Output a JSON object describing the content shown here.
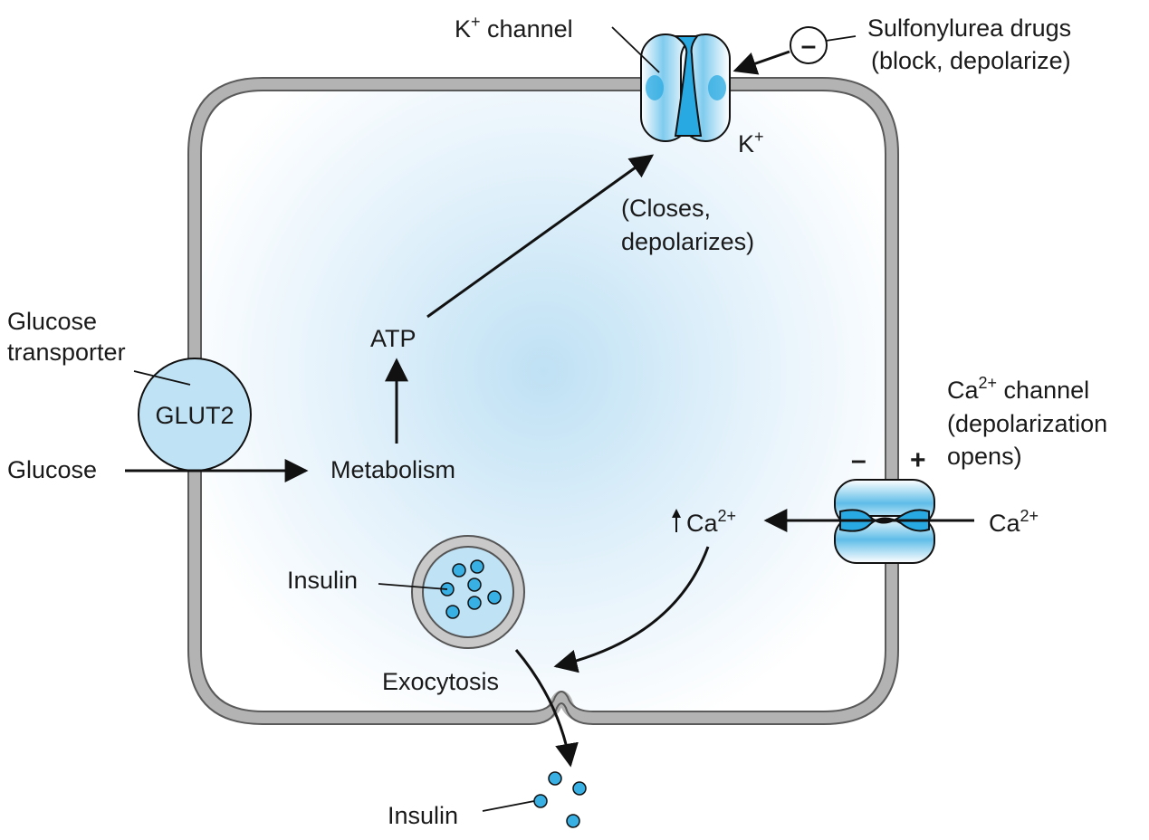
{
  "labels": {
    "k_channel": "K",
    "k_channel_sup": "+",
    "k_channel_rest": " channel",
    "k_ion": "K",
    "k_ion_sup": "+",
    "sulfonylurea_line1": "Sulfonylurea drugs",
    "sulfonylurea_line2": "(block, depolarize)",
    "closes_line1": "(Closes,",
    "closes_line2": "depolarizes)",
    "glucose_transporter_line1": "Glucose",
    "glucose_transporter_line2": "transporter",
    "glut2": "GLUT2",
    "glucose": "Glucose",
    "atp": "ATP",
    "metabolism": "Metabolism",
    "ca_channel_base": "Ca",
    "ca_channel_sup": "2+",
    "ca_channel_rest": " channel",
    "ca_channel_line2": "(depolarization",
    "ca_channel_line3": "opens)",
    "minus_sign": "–",
    "plus_sign": "+",
    "inhibit_sign": "–",
    "ca_inside_base": "Ca",
    "ca_inside_sup": "2+",
    "ca_outside_base": "Ca",
    "ca_outside_sup": "2+",
    "insulin_vesicle": "Insulin",
    "exocytosis": "Exocytosis",
    "insulin_released": "Insulin"
  },
  "colors": {
    "membrane": "#b3b3b3",
    "membrane_edge": "#5a5a5a",
    "cytoplasm_glow": "#c6e4f5",
    "channel_blue": "#29a9e1",
    "glut_fill": "#bfe2f5",
    "insulin_granule": "#39b0e4",
    "arrow": "#111111"
  }
}
